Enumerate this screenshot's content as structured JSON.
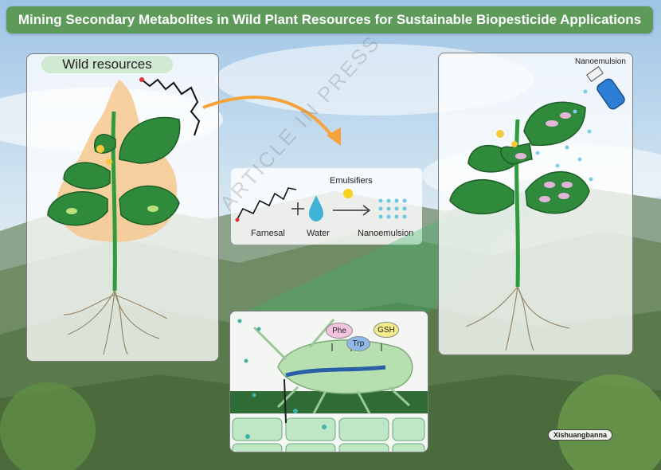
{
  "title": "Mining Secondary Metabolites in Wild Plant Resources for Sustainable Biopesticide Applications",
  "left_panel": {
    "label": "Wild resources"
  },
  "right_panel": {
    "label": "Nanoemulsion"
  },
  "formulation": {
    "emulsifiers": "Emulsifiers",
    "farnesal": "Farnesal",
    "water": "Water",
    "product": "Nanoemulsion"
  },
  "metabolites": {
    "phe": "Phe",
    "trp": "Trp",
    "gsh": "GSH"
  },
  "watermark": "ARTICLE IN PRESS",
  "location": "Xishuangbanna",
  "colors": {
    "title_bar": "#5e9a5a",
    "leaf": "#2f8a3c",
    "arrow": "#f5a33a",
    "droplet": "#3fb3d8",
    "emulsifier": "#f6d21c"
  }
}
